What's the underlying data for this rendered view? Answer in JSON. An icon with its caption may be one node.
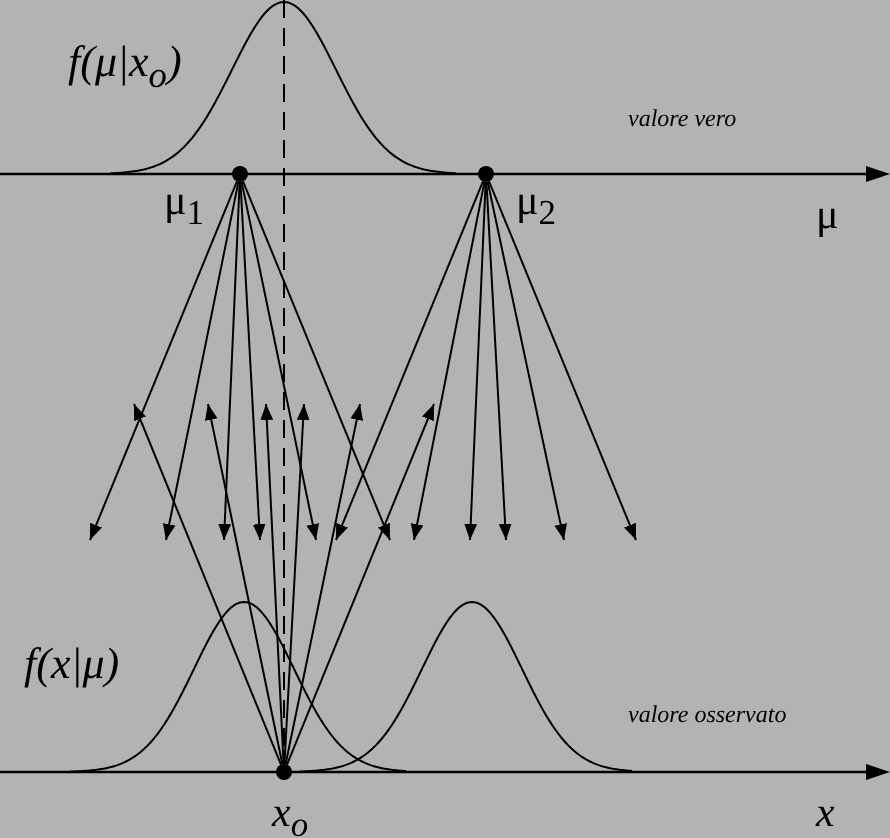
{
  "diagram": {
    "nodes": [
      {
        "text": [],
        "shape": "circle",
        "beside": [
          "μ$_{1}$"
        ]
      },
      {
        "text": [],
        "shape": "circle",
        "beside": [
          "μ$_{2}$"
        ]
      },
      {
        "text": [],
        "shape": "circle",
        "beside": [
          "x$_{o}$"
        ]
      }
    ],
    "edges": [
      {
        "from": 0,
        "to": null,
        "arrow": "to"
      },
      {
        "from": 0,
        "to": null,
        "arrow": "to"
      },
      {
        "from": 0,
        "to": null,
        "arrow": "to"
      },
      {
        "from": 0,
        "to": null,
        "arrow": "to"
      },
      {
        "from": 0,
        "to": null,
        "arrow": "to"
      },
      {
        "from": 0,
        "to": null,
        "arrow": "to"
      },
      {
        "from": 1,
        "to": null,
        "arrow": "to"
      },
      {
        "from": 1,
        "to": null,
        "arrow": "to"
      },
      {
        "from": 1,
        "to": null,
        "arrow": "to"
      },
      {
        "from": 1,
        "to": null,
        "arrow": "to"
      },
      {
        "from": 1,
        "to": null,
        "arrow": "to"
      },
      {
        "from": 1,
        "to": null,
        "arrow": "to"
      },
      {
        "from": 2,
        "to": null,
        "arrow": "to"
      },
      {
        "from": 2,
        "to": null,
        "arrow": "to"
      },
      {
        "from": 2,
        "to": null,
        "arrow": "to"
      },
      {
        "from": 2,
        "to": null,
        "arrow": "to"
      },
      {
        "from": 2,
        "to": null,
        "arrow": "to"
      },
      {
        "from": 2,
        "to": null,
        "arrow": "to"
      }
    ],
    "labels": [
      "f(μ|x$_{o}$)",
      "valore vero",
      "μ",
      "f(x|μ)",
      "valore osservato",
      "x"
    ]
  }
}
